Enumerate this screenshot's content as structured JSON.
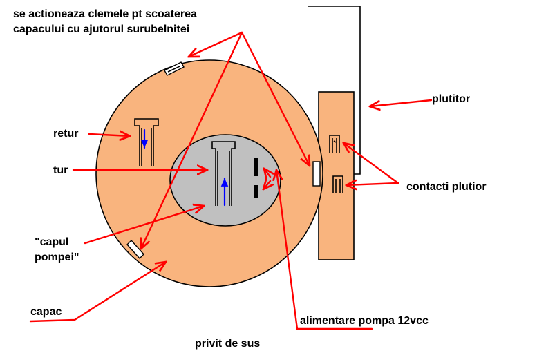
{
  "colors": {
    "capac_fill": "#f9b47e",
    "head_fill": "#c0c0c0",
    "annotation_arrow": "#ff0000",
    "flow_arrow": "#0000ff",
    "outline": "#000000",
    "background": "#ffffff"
  },
  "labels": {
    "clamps_line1": "se actioneaza clemele pt scoaterea",
    "clamps_line2": "capacului cu ajutorul surubelnitei",
    "retur": "retur",
    "tur": "tur",
    "capul_line1": "\"capul",
    "capul_line2": "pompei\"",
    "capac": "capac",
    "plutitor": "plutitor",
    "contacti": "contacti plutior",
    "alimentare": "alimentare pompa 12vcc",
    "privit": "privit de sus"
  }
}
